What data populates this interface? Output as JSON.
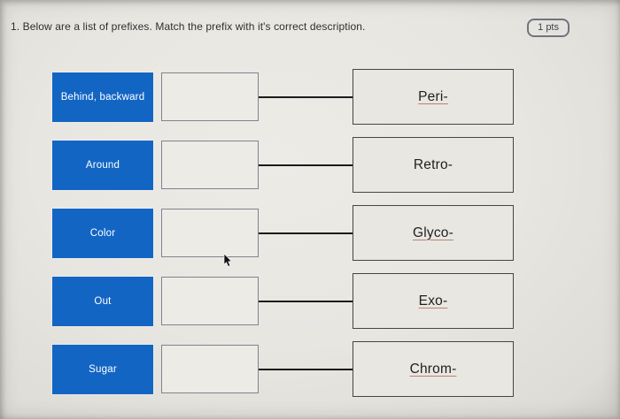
{
  "question": {
    "text": "1. Below are a list of prefixes. Match the prefix with it's correct description.",
    "points_label": "1 pts"
  },
  "rows": [
    {
      "description": "Behind, backward",
      "drop_value": "",
      "prefix": "Peri-",
      "prefix_underlined": true
    },
    {
      "description": "Around",
      "drop_value": "",
      "prefix": "Retro-",
      "prefix_underlined": false
    },
    {
      "description": "Color",
      "drop_value": "",
      "prefix": "Glyco-",
      "prefix_underlined": true
    },
    {
      "description": "Out",
      "drop_value": "",
      "prefix": "Exo-",
      "prefix_underlined": true
    },
    {
      "description": "Sugar",
      "drop_value": "",
      "prefix": "Chrom-",
      "prefix_underlined": true
    }
  ],
  "cursor": {
    "type": "arrow"
  },
  "colors": {
    "chip_blue": "#1365c4",
    "connector_line": "#1b1b1b",
    "prefix_underline": "#bd7f72",
    "page_background": "#e8e6e1"
  }
}
